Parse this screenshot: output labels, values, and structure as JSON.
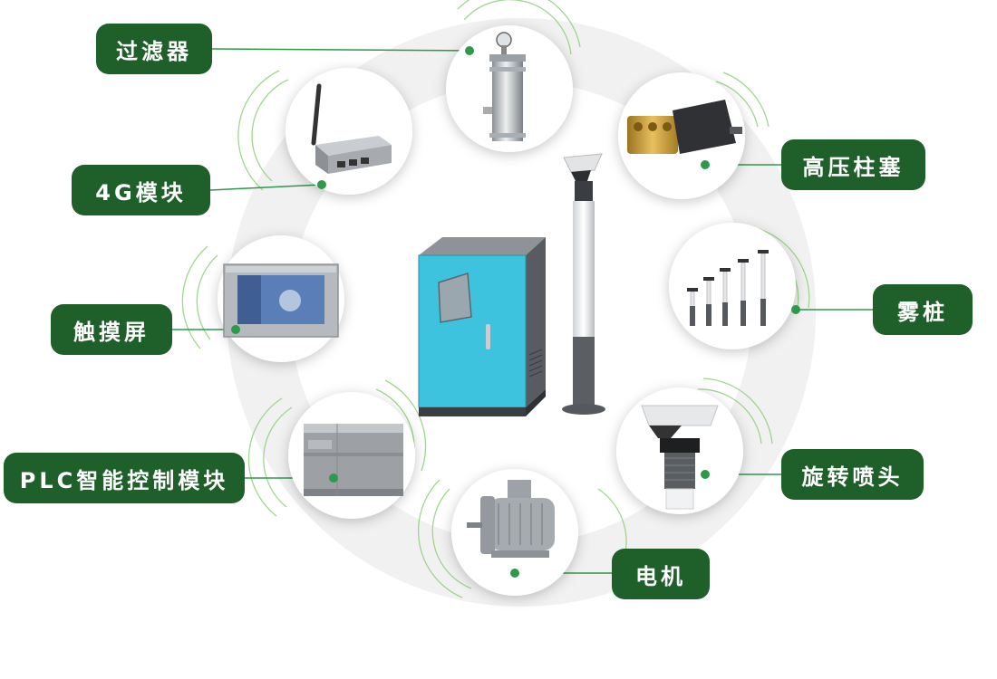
{
  "components": {
    "filter": {
      "label": "过滤器"
    },
    "module_4g": {
      "label": "4G模块"
    },
    "touchscreen": {
      "label": "触摸屏"
    },
    "plc": {
      "label": "PLC智能控制模块"
    },
    "motor": {
      "label": "电机"
    },
    "pump": {
      "label": "高压柱塞"
    },
    "mist_post": {
      "label": "雾桩"
    },
    "nozzle": {
      "label": "旋转喷头"
    }
  },
  "colors": {
    "label_bg": "#1f5f2a",
    "connector": "#2c9a4a",
    "arc": "#8fd17a",
    "cabinet": "#3ec3df"
  },
  "icons": {
    "filter": "stainless-filter-icon",
    "module_4g": "4g-router-icon",
    "touchscreen": "touch-panel-icon",
    "plc": "plc-module-icon",
    "motor": "electric-motor-icon",
    "pump": "plunger-pump-icon",
    "mist_post": "mist-posts-icon",
    "nozzle": "rotary-nozzle-icon"
  }
}
